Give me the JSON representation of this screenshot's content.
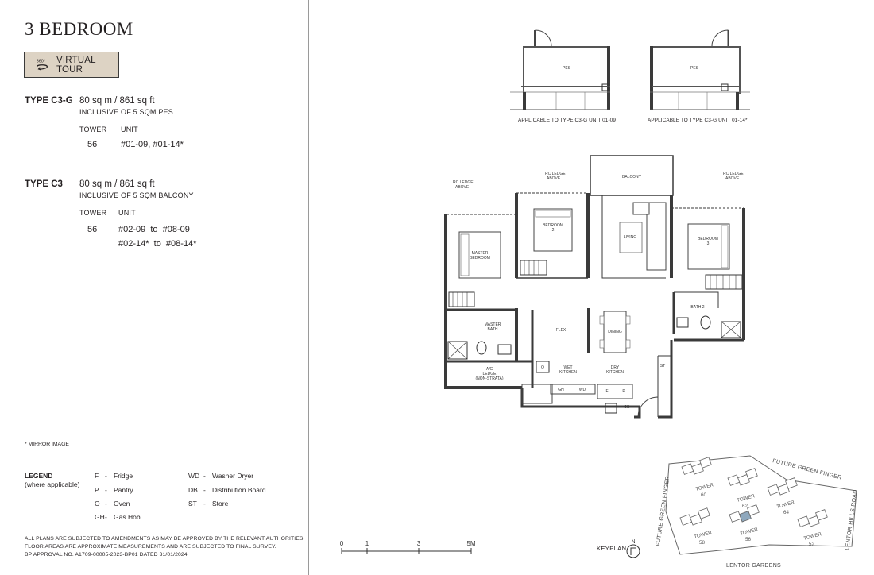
{
  "title": "3 BEDROOM",
  "virtual_tour": {
    "badge": "360°",
    "label": "VIRTUAL TOUR"
  },
  "types": [
    {
      "name": "TYPE C3-G",
      "area": "80 sq m / 861 sq ft",
      "inclusive": "INCLUSIVE OF 5 SQM PES",
      "tower_header": "TOWER",
      "unit_header": "UNIT",
      "tower": "56",
      "units": [
        "#01-09, #01-14*"
      ]
    },
    {
      "name": "TYPE C3",
      "area": "80 sq m / 861 sq ft",
      "inclusive": "INCLUSIVE OF 5 SQM BALCONY",
      "tower_header": "TOWER",
      "unit_header": "UNIT",
      "tower": "56",
      "units": [
        "#02-09  to  #08-09",
        "#02-14*  to  #08-14*"
      ]
    }
  ],
  "mirror_note": "* MIRROR IMAGE",
  "legend": {
    "title": "LEGEND",
    "subtitle": "(where applicable)",
    "items": [
      {
        "code": "F",
        "sep": "-",
        "desc": "Fridge"
      },
      {
        "code": "P",
        "sep": "-",
        "desc": "Pantry"
      },
      {
        "code": "O",
        "sep": "-",
        "desc": "Oven"
      },
      {
        "code": "GH",
        "sep": "-",
        "desc": "Gas Hob"
      },
      {
        "code": "WD",
        "sep": "-",
        "desc": "Washer Dryer"
      },
      {
        "code": "DB",
        "sep": "-",
        "desc": "Distribution Board"
      },
      {
        "code": "ST",
        "sep": "-",
        "desc": "Store"
      }
    ]
  },
  "footnotes": [
    "ALL PLANS ARE SUBJECTED TO AMENDMENTS AS MAY BE APPROVED BY THE RELEVANT AUTHORITIES.",
    "FLOOR AREAS ARE APPROXIMATE MEASUREMENTS AND ARE SUBJECTED TO FINAL SURVEY.",
    "BP APPROVAL NO. A1709-00005-2023-BP01 DATED 31/01/2024"
  ],
  "pes_plans": [
    {
      "room": "PES",
      "caption": "APPLICABLE TO TYPE C3-G UNIT 01-09"
    },
    {
      "room": "PES",
      "caption": "APPLICABLE TO TYPE C3-G UNIT 01-14*"
    }
  ],
  "floorplan_labels": {
    "rc_ledge_left_1": "RC LEDGE",
    "rc_ledge_left_2": "ABOVE",
    "rc_ledge_mid_1": "RC LEDGE",
    "rc_ledge_mid_2": "ABOVE",
    "rc_ledge_right_1": "RC LEDGE",
    "rc_ledge_right_2": "ABOVE",
    "balcony": "BALCONY",
    "bedroom2_1": "BEDROOM",
    "bedroom2_2": "2",
    "living": "LIVING",
    "bedroom3_1": "BEDROOM",
    "bedroom3_2": "3",
    "master_bedroom_1": "MASTER",
    "master_bedroom_2": "BEDROOM",
    "master_bath_1": "MASTER",
    "master_bath_2": "BATH",
    "flex": "FLEX",
    "dining": "DINING",
    "bath2": "BATH 2",
    "ac_ledge_1": "A/C",
    "ac_ledge_2": "LEDGE",
    "ac_ledge_3": "(NON-STRATA)",
    "wet_kitchen_1": "WET",
    "wet_kitchen_2": "KITCHEN",
    "dry_kitchen_1": "DRY",
    "dry_kitchen_2": "KITCHEN",
    "wd": "WD",
    "st": "ST",
    "db": "DB",
    "f": "F",
    "p": "P",
    "o": "O",
    "gh": "GH"
  },
  "scale": {
    "ticks": [
      "0",
      "1",
      "3",
      "5M"
    ],
    "values": [
      0,
      1,
      3,
      5
    ]
  },
  "keyplan": {
    "label": "KEYPLAN",
    "north": "N",
    "roads": {
      "top": "FUTURE GREEN FINGER",
      "left": "FUTURE GREEN FINGER",
      "right": "LENTOR HILLS ROAD",
      "bottom": "LENTOR GARDENS"
    },
    "towers": [
      {
        "name": "TOWER",
        "num": "60"
      },
      {
        "name": "TOWER",
        "num": "62"
      },
      {
        "name": "TOWER",
        "num": "64"
      },
      {
        "name": "TOWER",
        "num": "58"
      },
      {
        "name": "TOWER",
        "num": "56"
      },
      {
        "name": "TOWER",
        "num": "52"
      }
    ],
    "highlight_color": "#8fa8bd"
  },
  "colors": {
    "wall": "#3a3a3a",
    "button_bg": "#ddd3c4",
    "highlight": "#8fa8bd"
  }
}
